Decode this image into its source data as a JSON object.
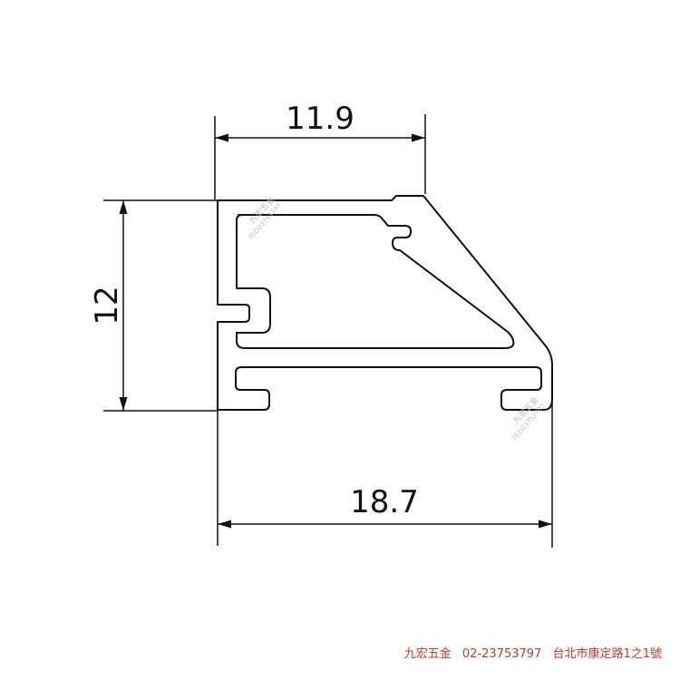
{
  "dimensions": {
    "top_width": "11.9",
    "height": "12",
    "bottom_width": "18.7"
  },
  "watermarks": [
    {
      "name": "九宏五金",
      "phone": "(02)23753797"
    },
    {
      "name": "九宏五金",
      "phone": "(02)23753797"
    }
  ],
  "footer": {
    "company": "九宏五金",
    "phone": "02-23753797",
    "address": "台北市康定路1之1號"
  },
  "colors": {
    "line": "#111111",
    "footer_text": "#c0392b",
    "watermark": "#bbbbbb"
  }
}
